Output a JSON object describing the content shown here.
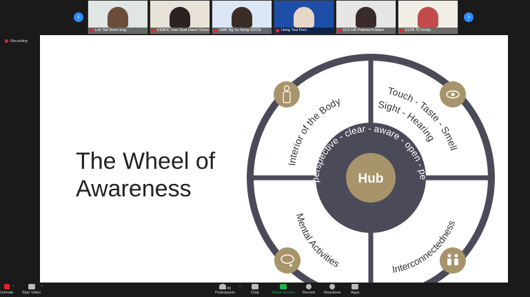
{
  "gallery": {
    "participants": [
      {
        "name": "Loh Tan Boon Eng",
        "bg": "#dfe6e4"
      },
      {
        "name": "KEBDC Han Suat Hwee Vivian",
        "bg": "#e7e3d8"
      },
      {
        "name": "SMK Ng Su Seng VOCN",
        "bg": "#dbe7f4"
      },
      {
        "name": "Hong Tsui Fern",
        "bg": "#1d4fa8"
      },
      {
        "name": "ELF-HK Patricia Kristien",
        "bg": "#e6e6e6"
      },
      {
        "name": "ELFA TD Emily",
        "bg": "#f2eee6"
      }
    ]
  },
  "recording": {
    "label": "Recording"
  },
  "slide": {
    "title": "The Wheel of\nAwareness",
    "hub": "Hub",
    "ring_text": "perspective - clear - aware - open - peaceful - calm",
    "segments": [
      "Interior of the Body",
      "Touch - Taste - Smell",
      "Sight - Hearing",
      "Mental Activities",
      "Interconnectedness"
    ],
    "colors": {
      "rim": "#4b4a59",
      "hub_ring": "#4b4a59",
      "gold": "#a8946a"
    }
  },
  "toolbar": {
    "unmute": "Unmute",
    "start_video": "Start Video",
    "participants": "Participants",
    "participants_count": "45",
    "chat": "Chat",
    "share_screen": "Share Screen",
    "record": "Record",
    "reactions": "Reactions",
    "apps": "Apps"
  }
}
